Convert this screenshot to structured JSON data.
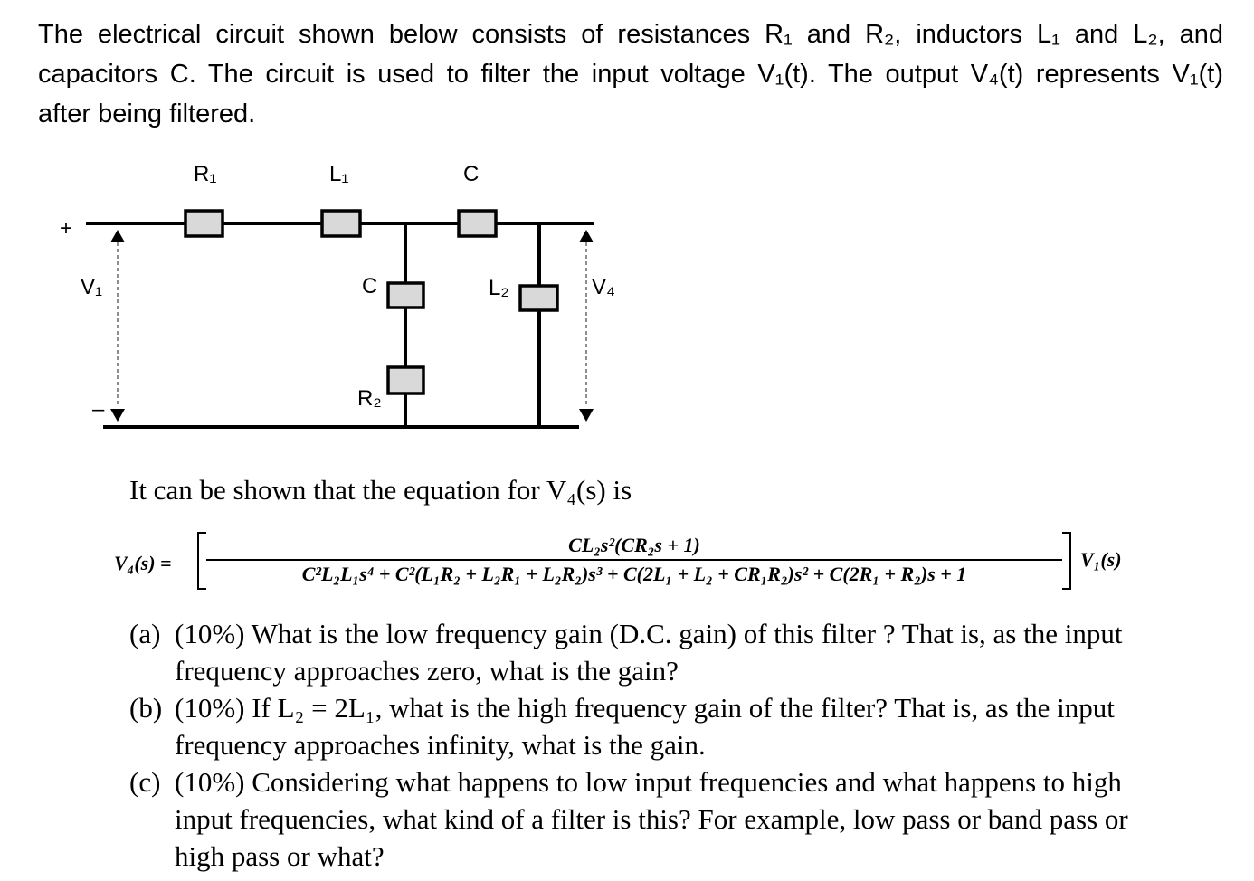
{
  "intro": {
    "lines": [
      "The electrical circuit shown below consists of resistances R₁ and R₂, inductors L₁ and L₂, and",
      "capacitors C.  The circuit is used to filter the input voltage V₁(t).  The output V₄(t) represents V₁(t)",
      "after being filtered."
    ]
  },
  "circuit": {
    "top_labels": {
      "r1": "R₁",
      "l1": "L₁",
      "c_series": "C"
    },
    "shunt_labels": {
      "c_shunt": "C",
      "r2": "R₂",
      "l2": "L₂"
    },
    "ports": {
      "plus": "+",
      "minus": "–",
      "input": "V₁",
      "output": "V₄"
    }
  },
  "equation": {
    "intro": "It can be shown that the equation for V₄(s) is",
    "lhs": "V₄(s) =",
    "numerator": "CL₂s²(CR₂s + 1)",
    "denominator": "C²L₂L₁s⁴ + C²(L₁R₂ + L₂R₁ + L₂R₂)s³ + C(2L₁ + L₂ + CR₁R₂)s² + C(2R₁ + R₂)s + 1",
    "rhs": "V₁(s)"
  },
  "questions": [
    {
      "letter": "(a)",
      "lines": [
        "(10%) What is the low frequency gain (D.C. gain) of this filter ? That is, as the input",
        "frequency approaches zero, what is the gain?"
      ]
    },
    {
      "letter": "(b)",
      "lines": [
        "(10%) If L₂ = 2L₁, what is the high frequency gain of the filter?  That is, as the input",
        "frequency approaches infinity, what is the gain."
      ]
    },
    {
      "letter": "(c)",
      "lines": [
        "(10%) Considering what happens to low input frequencies and what happens to high",
        "input frequencies, what kind of a filter is this?  For example, low pass or band pass or",
        "high pass or what?"
      ]
    }
  ]
}
